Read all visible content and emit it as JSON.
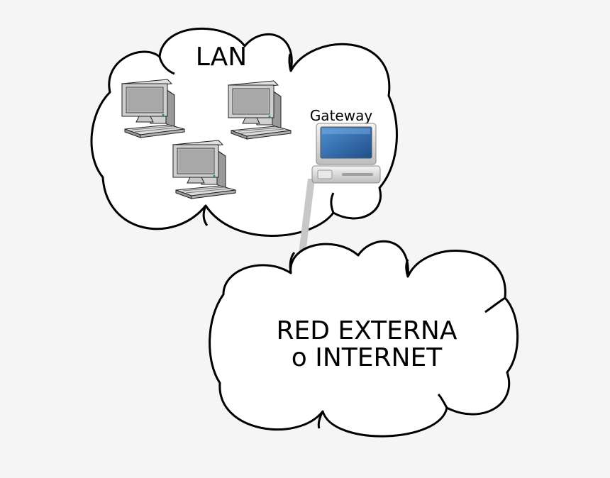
{
  "lan": {
    "label": "LAN",
    "workstations": [
      {
        "icon": "desktop-computer-icon"
      },
      {
        "icon": "desktop-computer-icon"
      },
      {
        "icon": "desktop-computer-icon"
      }
    ]
  },
  "gateway": {
    "label": "Gateway",
    "icon": "gateway-computer-icon"
  },
  "external": {
    "line1": "RED EXTERNA",
    "line2": "o INTERNET"
  },
  "colors": {
    "background": "#f5f5f5",
    "cloud_fill": "#ffffff",
    "cloud_stroke": "#000000",
    "computer_body": "#d4d4d4",
    "gateway_screen": "#2f6fb0",
    "link": "#c8c8c8"
  }
}
